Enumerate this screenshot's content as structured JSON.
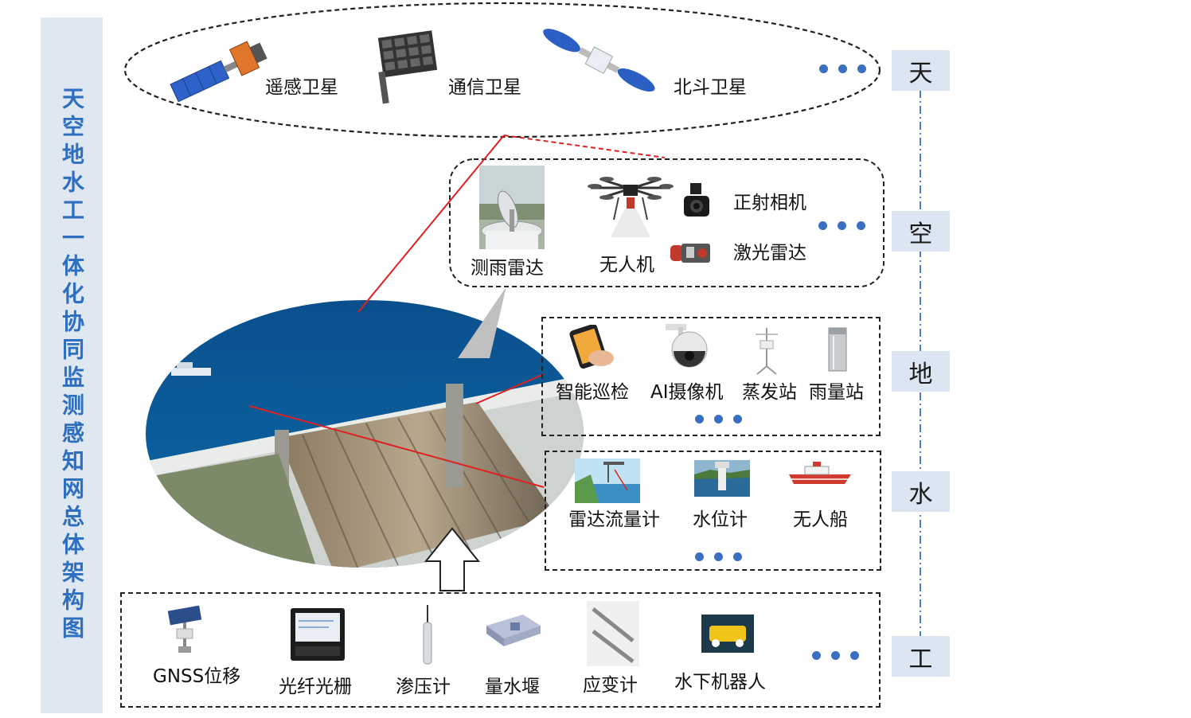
{
  "title": "天空地水工一体化协同监测感知网总体架构图",
  "layers": [
    "天",
    "空",
    "地",
    "水",
    "工"
  ],
  "sky": {
    "items": [
      "遥感卫星",
      "通信卫星",
      "北斗卫星"
    ]
  },
  "air": {
    "items": [
      "测雨雷达",
      "无人机",
      "正射相机",
      "激光雷达"
    ]
  },
  "ground": {
    "items": [
      "智能巡检",
      "AI摄像机",
      "蒸发站",
      "雨量站"
    ]
  },
  "water": {
    "items": [
      "雷达流量计",
      "水位计",
      "无人船"
    ]
  },
  "engineering": {
    "items": [
      "GNSS位移",
      "光纤光栅",
      "渗压计",
      "量水堰",
      "应变计",
      "水下机器人"
    ]
  },
  "colors": {
    "accent": "#2e6fbf",
    "layer_bg": "#dce6f2",
    "dots": "#3a6fc2",
    "connector": "#e02020"
  }
}
